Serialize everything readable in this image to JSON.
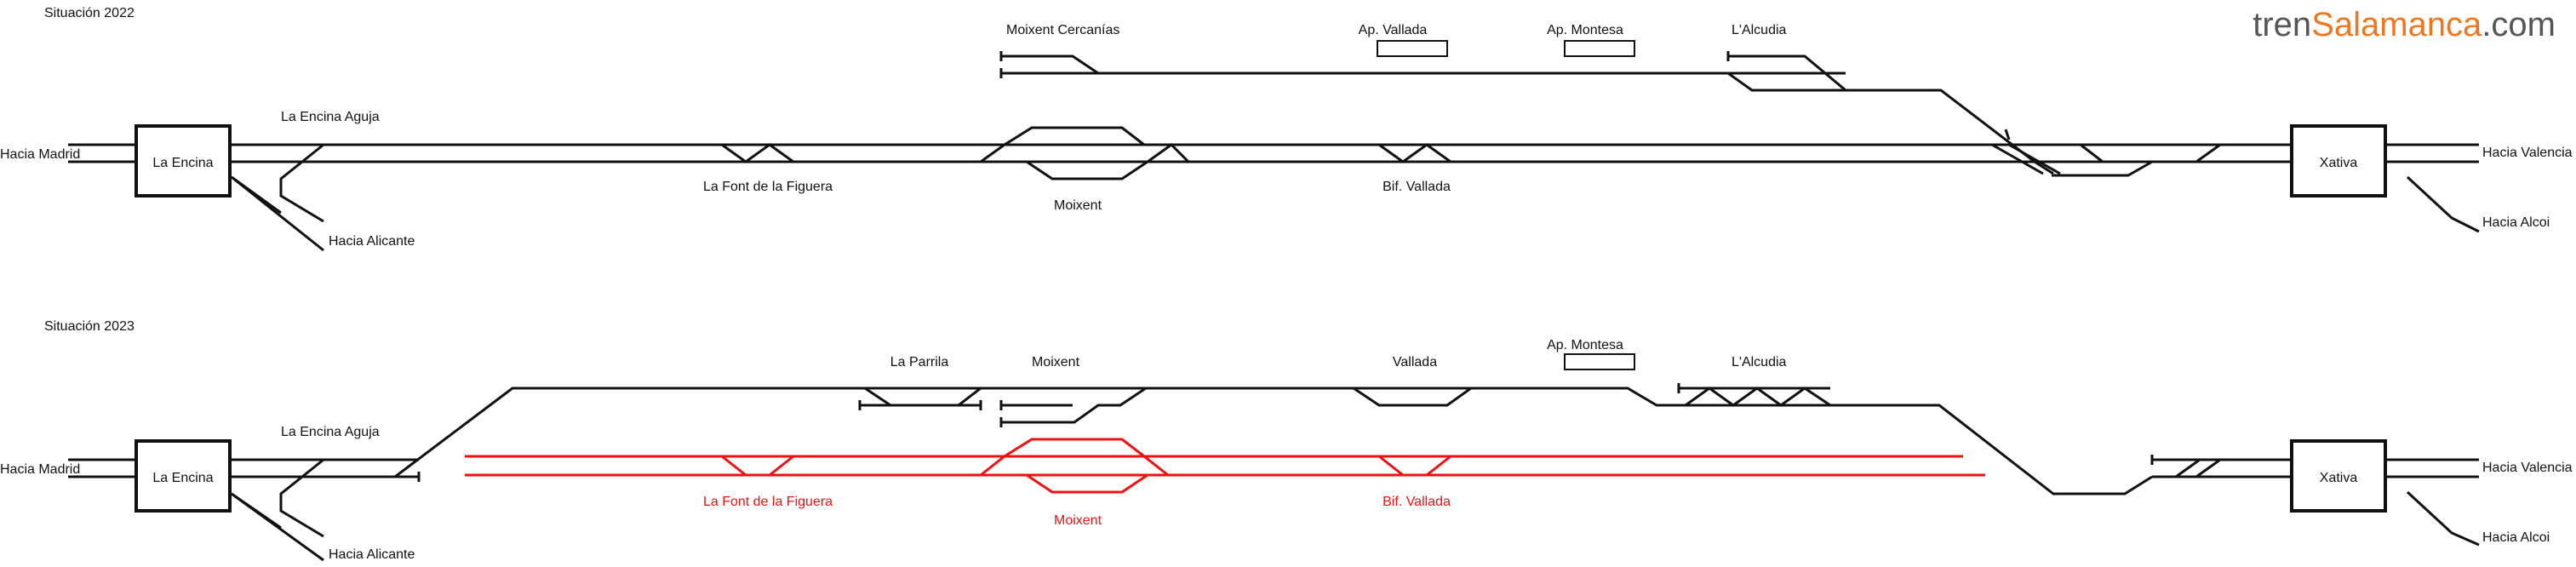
{
  "logo": {
    "prefix": "tren",
    "highlight": "Salamanca",
    "suffix": ".com",
    "color_main": "#555555",
    "color_highlight": "#ee7722"
  },
  "colors": {
    "track": "#111111",
    "new_line": "#ee1111"
  },
  "diagram_2022": {
    "title": "Situación 2022",
    "labels": {
      "hacia_madrid": "Hacia Madrid",
      "la_encina": "La Encina",
      "la_encina_aguja": "La Encina Aguja",
      "hacia_alicante": "Hacia Alicante",
      "la_font": "La Font de la Figuera",
      "moixent": "Moixent",
      "moixent_cercanias": "Moixent Cercanías",
      "ap_vallada": "Ap. Vallada",
      "ap_montesa": "Ap. Montesa",
      "bif_vallada": "Bif. Vallada",
      "lalcudia": "L'Alcudia",
      "xativa": "Xativa",
      "hacia_valencia": "Hacia Valencia",
      "hacia_alcoi": "Hacia Alcoi"
    }
  },
  "diagram_2023": {
    "title": "Situación 2023",
    "labels": {
      "hacia_madrid": "Hacia Madrid",
      "la_encina": "La Encina",
      "la_encina_aguja": "La Encina Aguja",
      "hacia_alicante": "Hacia Alicante",
      "la_parrila": "La Parrila",
      "moixent_top": "Moixent",
      "vallada": "Vallada",
      "ap_montesa": "Ap. Montesa",
      "lalcudia": "L'Alcudia",
      "la_font": "La Font de la Figuera",
      "moixent_red": "Moixent",
      "bif_vallada": "Bif. Vallada",
      "xativa": "Xativa",
      "hacia_valencia": "Hacia Valencia",
      "hacia_alcoi": "Hacia Alcoi"
    }
  }
}
